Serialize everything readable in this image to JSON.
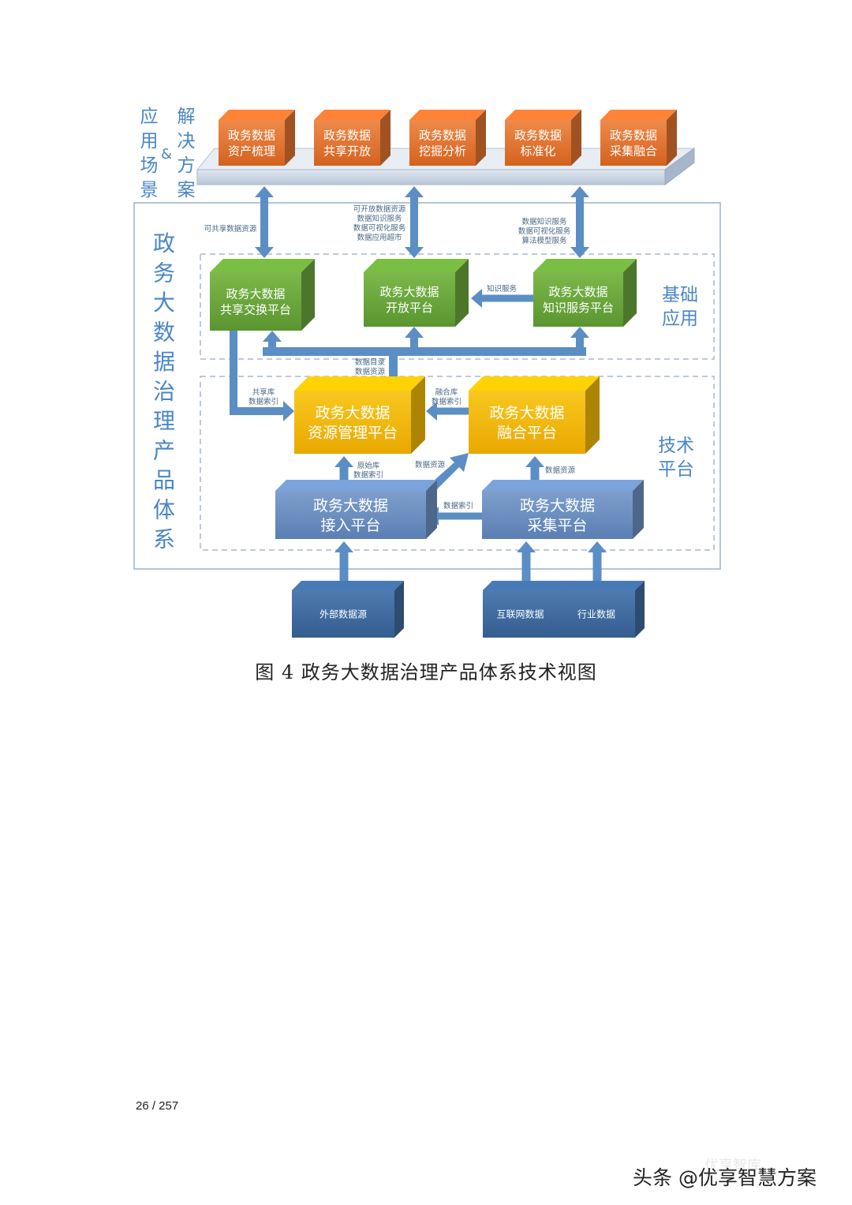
{
  "side_labels": {
    "app_scenario": [
      "应",
      "用",
      "场",
      "景"
    ],
    "ampersand": "&",
    "solution": [
      "解",
      "决",
      "方",
      "案"
    ],
    "product_system": [
      "政",
      "务",
      "大",
      "数",
      "据",
      "治",
      "理",
      "产",
      "品",
      "体",
      "系"
    ],
    "foundation": [
      "基础",
      "应用"
    ],
    "tech": [
      "技术",
      "平台"
    ]
  },
  "top_boxes": [
    [
      "政务数据",
      "资产梳理"
    ],
    [
      "政务数据",
      "共享开放"
    ],
    [
      "政务数据",
      "挖掘分析"
    ],
    [
      "政务数据",
      "标准化"
    ],
    [
      "政务数据",
      "采集融合"
    ]
  ],
  "green_boxes": {
    "share": [
      "政务大数据",
      "共享交换平台"
    ],
    "open": [
      "政务大数据",
      "开放平台"
    ],
    "knowledge": [
      "政务大数据",
      "知识服务平台"
    ]
  },
  "yellow_boxes": {
    "resource": [
      "政务大数据",
      "资源管理平台"
    ],
    "fusion": [
      "政务大数据",
      "融合平台"
    ]
  },
  "blue_boxes": {
    "access": [
      "政务大数据",
      "接入平台"
    ],
    "collect": [
      "政务大数据",
      "采集平台"
    ]
  },
  "source_boxes": {
    "external": "外部数据源",
    "internet": "互联网数据",
    "industry": "行业数据"
  },
  "arrow_labels": {
    "shared_resource": "可共享数据资源",
    "open_services": [
      "可开放数据资源",
      "数据知识服务",
      "数据可视化服务",
      "数据应用超市"
    ],
    "knowledge_services": [
      "数据知识服务",
      "数据可视化服务",
      "算法模型服务"
    ],
    "knowledge_service": "知识服务",
    "catalog": [
      "数据目录",
      "数据资源"
    ],
    "share_lib": [
      "共享库",
      "数据索引"
    ],
    "fusion_lib": [
      "融合库",
      "数据索引"
    ],
    "raw_lib": [
      "原始库",
      "数据索引"
    ],
    "data_resource_1": "数据资源",
    "data_resource_2": "数据资源",
    "data_index": "数据索引"
  },
  "caption": "图 4 政务大数据治理产品体系技术视图",
  "page_number": "26 / 257",
  "watermark": "头条 @优享智慧方案",
  "watermark_faint": "优享智库",
  "colors": {
    "orange": "#e07230",
    "green": "#6aa53a",
    "yellow": "#f2b705",
    "blue": "#6b8fbf",
    "navy": "#3f6a9e",
    "arrow": "#5b8ec4",
    "label_blue": "#4a86c5"
  }
}
